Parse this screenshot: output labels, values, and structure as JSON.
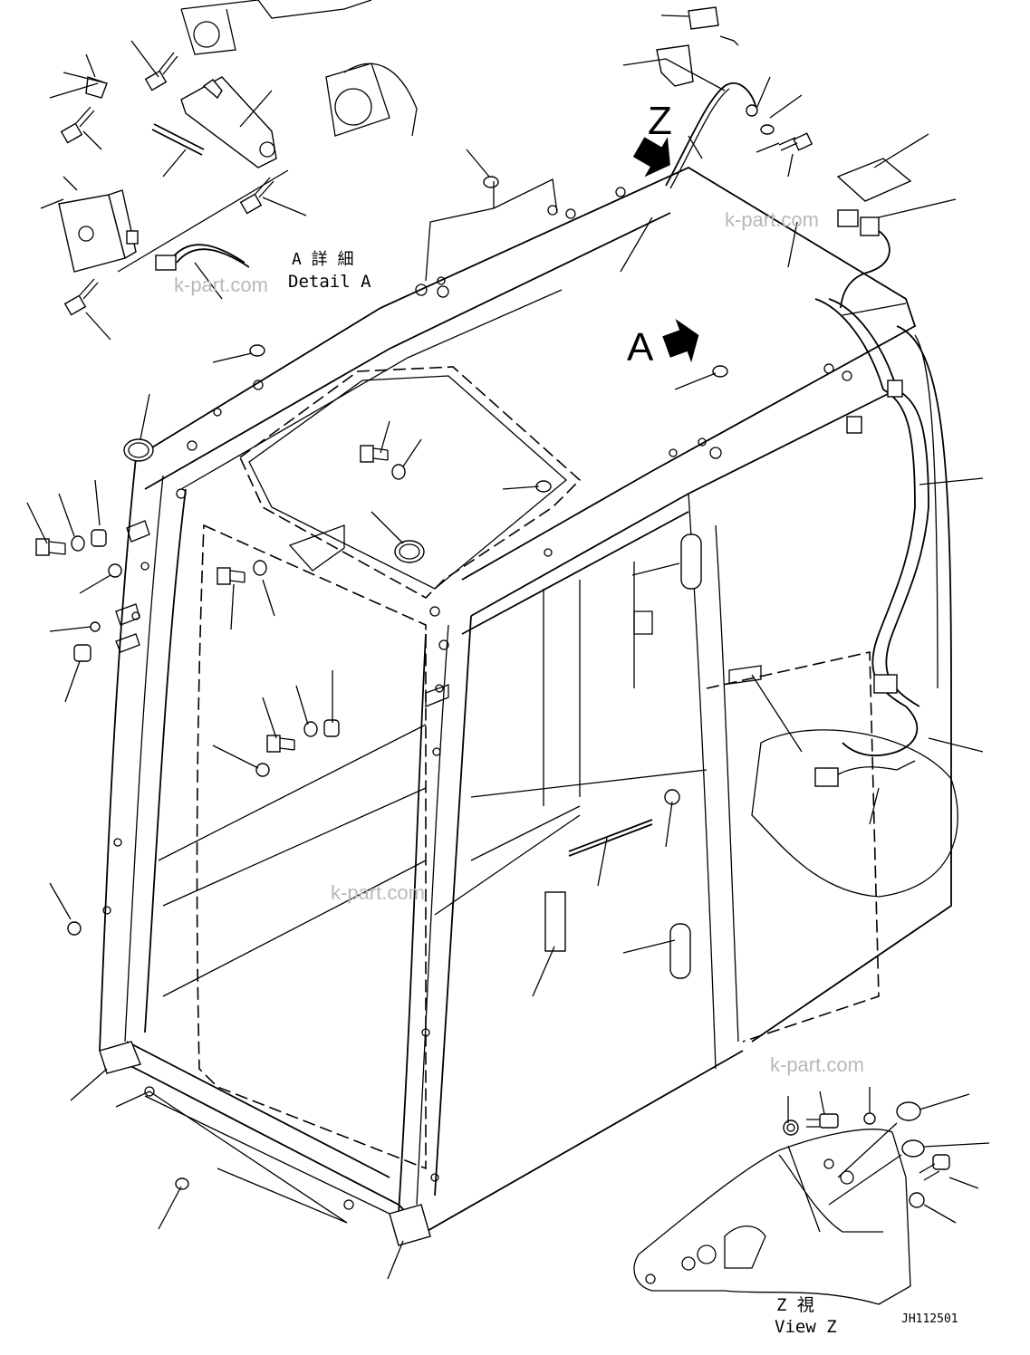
{
  "labels": {
    "detail_a_jp": "A 詳 細",
    "detail_a_en": "Detail A",
    "view_z_jp": "Z  視",
    "view_z_en": "View Z",
    "view_letter_z": "Z",
    "view_letter_a": "A",
    "drawing_number": "JH112501"
  },
  "watermarks": [
    "k-part.com",
    "k-part.com",
    "k-part.com",
    "k-part.com"
  ],
  "icons": {
    "arrow_z": "view-direction-arrow",
    "arrow_a": "view-direction-arrow"
  }
}
